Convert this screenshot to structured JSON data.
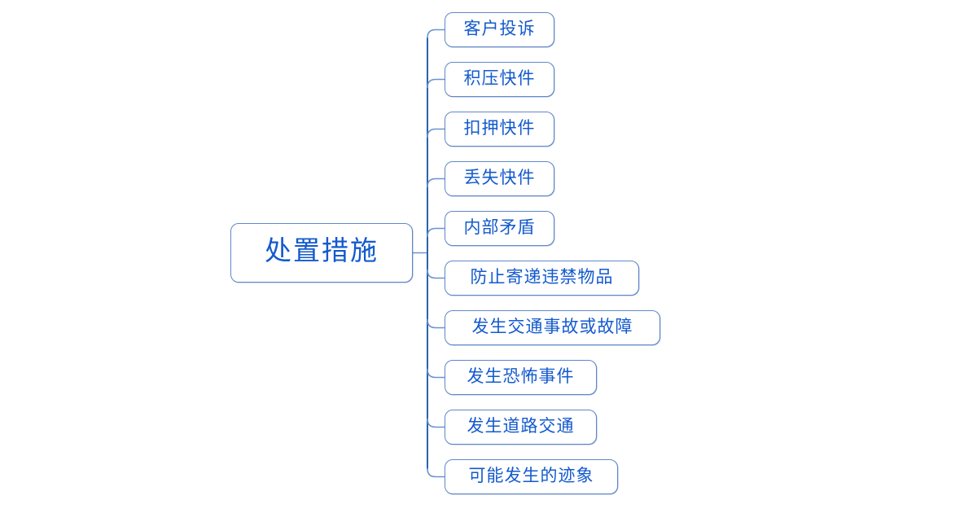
{
  "diagram": {
    "type": "mindmap",
    "root": {
      "label": "处置措施"
    },
    "children": [
      {
        "label": "客户投诉"
      },
      {
        "label": "积压快件"
      },
      {
        "label": "扣押快件"
      },
      {
        "label": "丢失快件"
      },
      {
        "label": "内部矛盾"
      },
      {
        "label": "防止寄递违禁物品"
      },
      {
        "label": "发生交通事故或故障"
      },
      {
        "label": "发生恐怖事件"
      },
      {
        "label": "发生道路交通"
      },
      {
        "label": "可能发生的迹象"
      }
    ],
    "colors": {
      "background": "#ffffff",
      "node_border": "#5f88c9",
      "node_text": "#135ACD",
      "trunk_line": "#2a62b0",
      "branch_line": "#6b93cf"
    }
  }
}
